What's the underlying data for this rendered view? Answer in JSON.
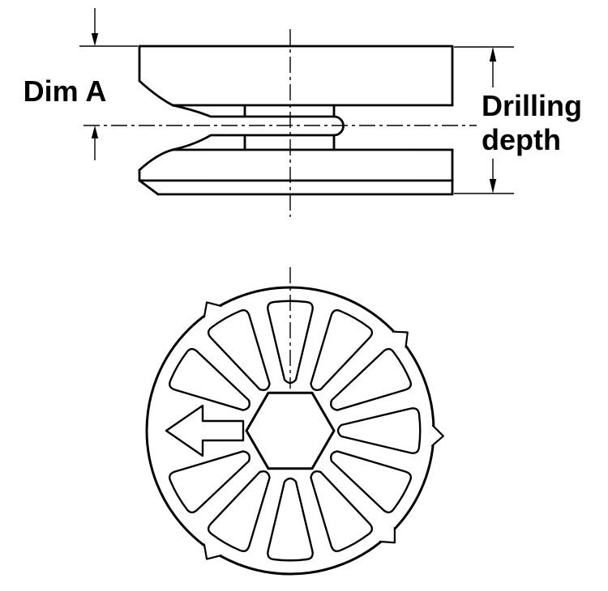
{
  "drawing": {
    "type": "technical-drawing",
    "side_view": {
      "dim_a_label": "Dim A",
      "drilling_label_line1": "Drilling",
      "drilling_label_line2": "depth"
    },
    "plan_view": {
      "wedge_count": 11,
      "center_feature": "hex-socket",
      "direction_indicator": "left-arrow"
    }
  },
  "icons": {
    "direction_arrow": "left-arrow-icon"
  },
  "colors": {
    "line": "#000000",
    "background": "#ffffff"
  }
}
